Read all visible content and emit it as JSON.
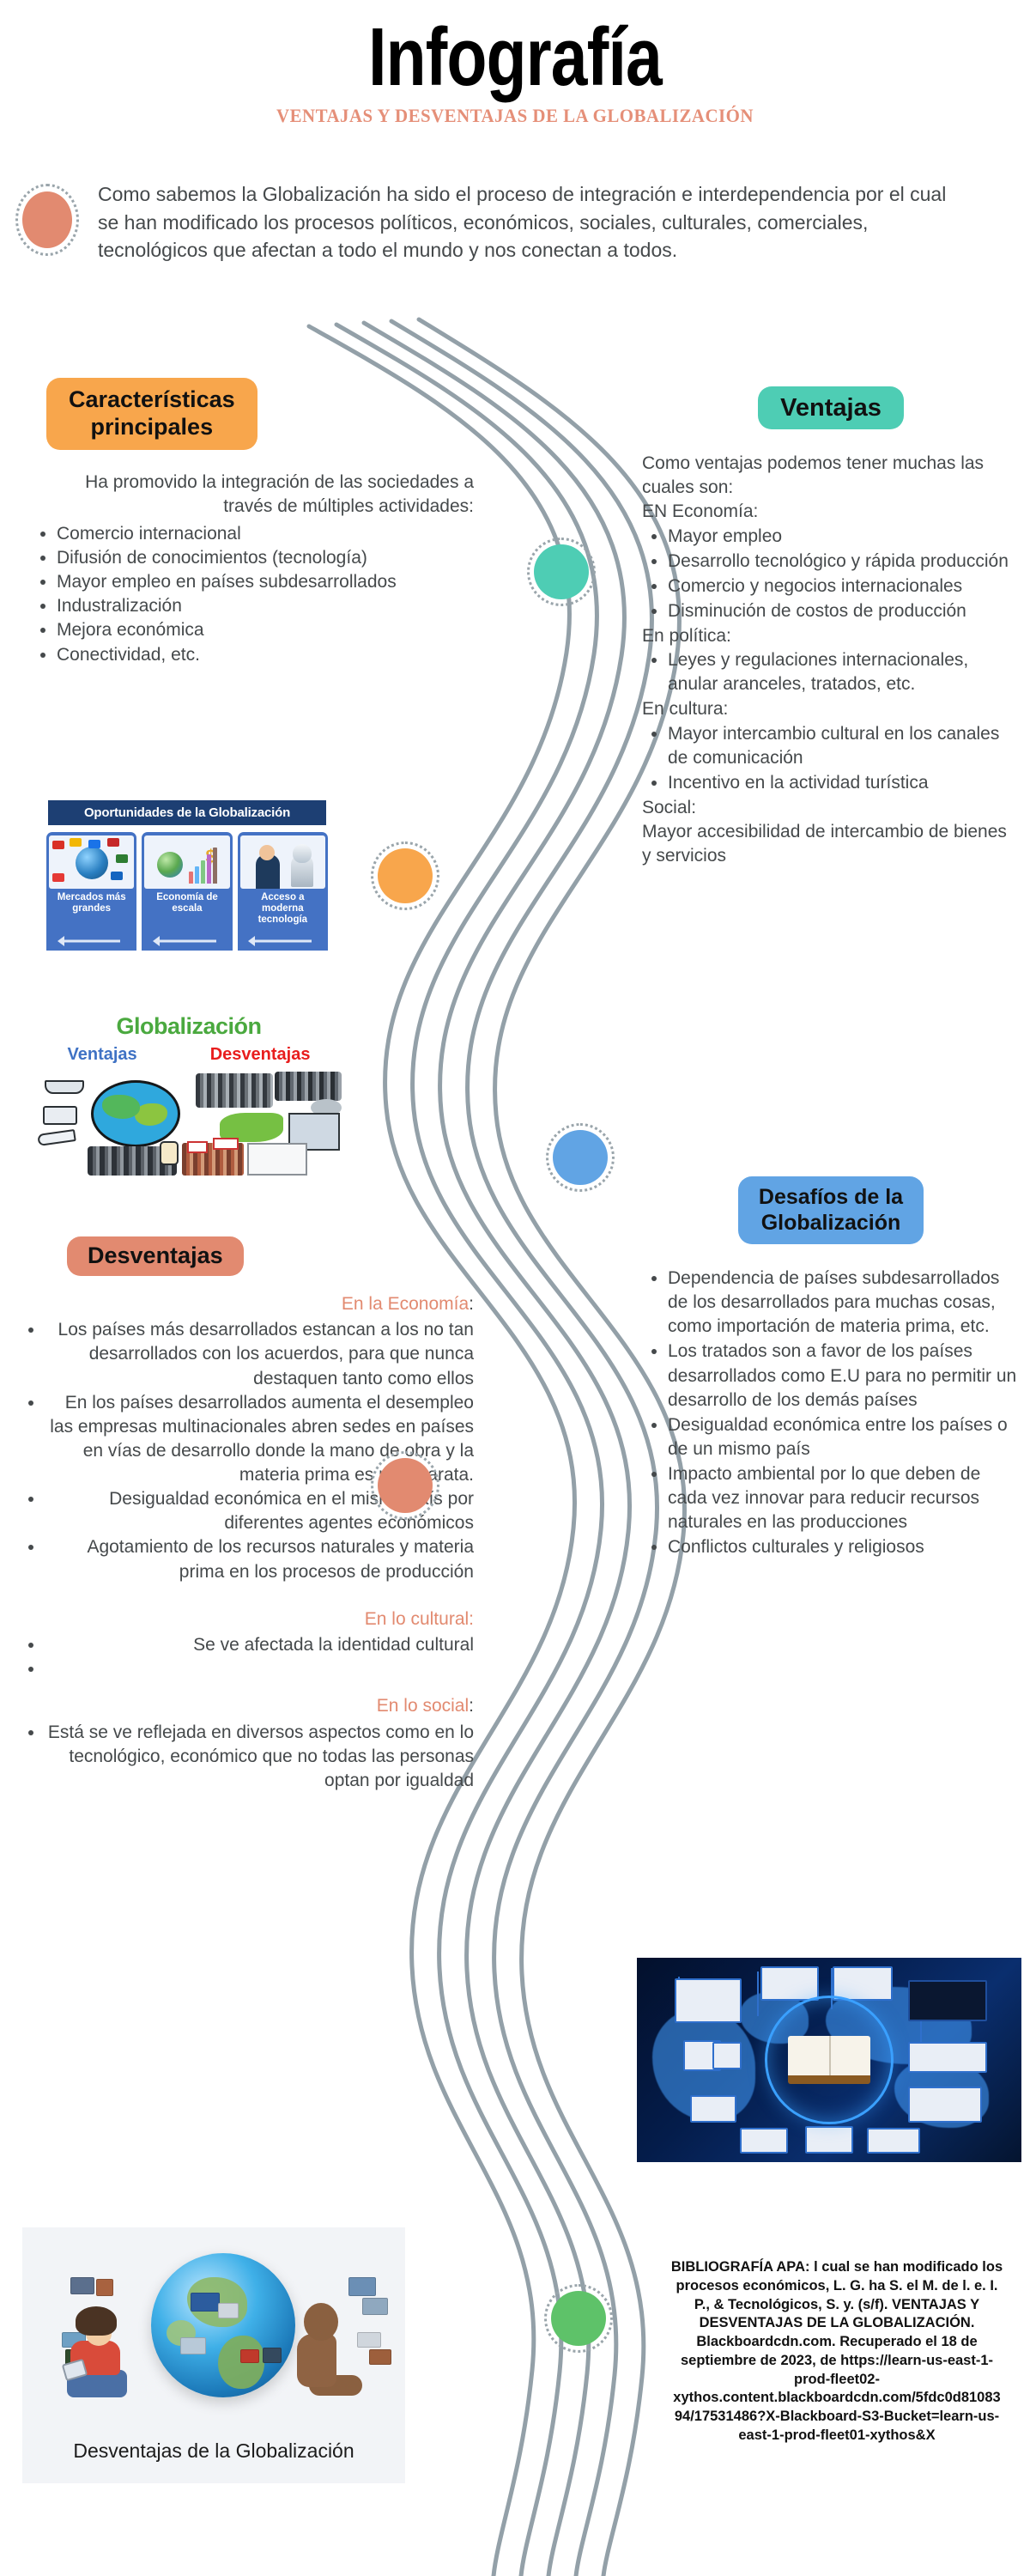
{
  "header": {
    "title": "Infografía",
    "subtitle": "VENTAJAS Y DESVENTAJAS DE LA GLOBALIZACIÓN"
  },
  "intro": {
    "text": "Como sabemos la Globalización ha sido el proceso de integración e interdependencia por el cual se han modificado los procesos políticos, económicos, sociales, culturales, comerciales, tecnológicos que afectan a todo el mundo y nos conectan a todos."
  },
  "caracteristicas": {
    "pill_line1": "Características",
    "pill_line2": "principales",
    "lead": "Ha promovido la integración de las sociedades a través de múltiples actividades:",
    "items": [
      "Comercio internacional",
      "Difusión de conocimientos (tecnología)",
      "Mayor empleo en países subdesarrollados",
      "Industralización",
      "Mejora económica",
      "Conectividad, etc."
    ]
  },
  "ventajas": {
    "pill": "Ventajas",
    "lead": "Como ventajas podemos tener muchas las cuales son:",
    "groups": [
      {
        "heading": "EN Economía:",
        "items": [
          "Mayor empleo",
          "Desarrollo tecnológico y rápida producción",
          " Comercio y negocios internacionales",
          "Disminución de costos de producción"
        ]
      },
      {
        "heading": "En política:",
        "items": [
          "Leyes y regulaciones internacionales, anular aranceles, tratados, etc."
        ]
      },
      {
        "heading": "En cultura:",
        "items": [
          "Mayor intercambio cultural en los canales de comunicación",
          "Incentivo en la actividad turística"
        ]
      }
    ],
    "social_heading": "Social:",
    "social_text": "Mayor accesibilidad de intercambio de bienes y servicios"
  },
  "desafios": {
    "pill_line1": "Desafíos de la",
    "pill_line2": "Globalización",
    "items": [
      "Dependencia de países subdesarrollados de los desarrollados para muchas cosas, como importación de materia prima, etc.",
      "Los tratados son a favor de los países desarrollados como E.U para no permitir un desarrollo de los demás países",
      "Desigualdad económica entre los países o de un mismo país",
      "Impacto ambiental por lo que deben de cada vez innovar para reducir recursos naturales en las producciones",
      "Conflictos culturales y religiosos"
    ]
  },
  "desventajas": {
    "pill": "Desventajas",
    "economia_heading": "En la Economía",
    "economia_items": [
      "Los países más desarrollados estancan a los no tan desarrollados con los acuerdos, para que nunca destaquen tanto como ellos",
      "En los países desarrollados aumenta el desempleo las empresas multinacionales abren sedes en países en vías de desarrollo donde la mano de obra y la materia prima es más barata.",
      "Desigualdad económica en el mismo país por diferentes agentes económicos",
      "Agotamiento de los recursos naturales y materia prima en los procesos de producción"
    ],
    "cultural_heading": "En lo cultural:",
    "cultural_items": [
      "Se ve afectada la identidad cultural",
      ""
    ],
    "social_heading": "En lo social",
    "social_items": [
      "Está se ve reflejada en diversos aspectos como en lo tecnológico, económico que no todas las personas optan por igualdad"
    ]
  },
  "pic_oportunidades": {
    "title": "Oportunidades de la Globalización",
    "cards": [
      "Mercados más grandes",
      "Economía de escala",
      "Acceso a moderna tecnología"
    ]
  },
  "pic_globalizacion": {
    "title": "Globalización",
    "left_label": "Ventajas",
    "right_label": "Desventajas"
  },
  "pic_desventajas": {
    "caption": "Desventajas de la Globalización"
  },
  "bibliografia": {
    "text": "BIBLIOGRAFÍA APA: l cual se han modificado los procesos económicos, L. G. ha S. el M. de l. e. I. P., & Tecnológicos, S. y. (s/f). VENTAJAS Y DESVENTAJAS DE LA GLOBALIZACIÓN. Blackboardcdn.com. Recuperado el 18 de septiembre de 2023, de https://learn-us-east-1-prod-fleet02-xythos.content.blackboardcdn.com/5fdc0d8108394/17531486?X-Blackboard-S3-Bucket=learn-us-east-1-prod-fleet01-xythos&X"
  },
  "colors": {
    "orange": "#f8a64c",
    "teal": "#4ecdb4",
    "blue": "#61a4e4",
    "salmon": "#e28a70",
    "green": "#5ec269",
    "ribbon_gray": "#93a0a8",
    "accent_text": "#e28a70",
    "body_text": "#45494b"
  },
  "nodes": [
    {
      "name": "node-salmon-intro",
      "color": "#e28a70"
    },
    {
      "name": "node-teal",
      "color": "#4ecdb4"
    },
    {
      "name": "node-orange",
      "color": "#f8a64c"
    },
    {
      "name": "node-blue",
      "color": "#61a4e4"
    },
    {
      "name": "node-salmon",
      "color": "#e28a70"
    },
    {
      "name": "node-green",
      "color": "#5ec269"
    }
  ]
}
